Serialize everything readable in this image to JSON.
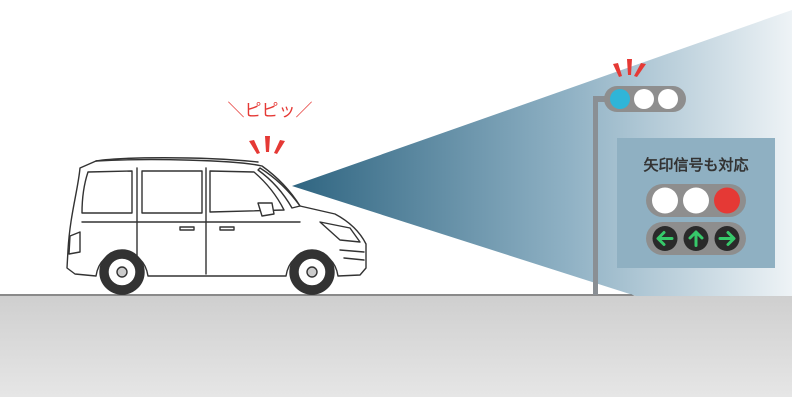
{
  "sound_text": "＼ピピッ／",
  "arrow_panel": {
    "title": "矢印信号も対応",
    "lamps": [
      "white",
      "white",
      "red"
    ],
    "arrows": [
      "left-arrow-icon",
      "up-arrow-icon",
      "right-arrow-icon"
    ]
  },
  "traffic_light": {
    "lamps": [
      "blue",
      "white",
      "white"
    ]
  },
  "colors": {
    "road": "#d4d4d4",
    "beam_dark": "#3e6f88",
    "beam_light": "#eaf1f5",
    "panel": "#8fb0c2",
    "signal_blue": "#2fb5d8",
    "signal_red": "#e53935",
    "alert_red": "#e53935",
    "arrow_green": "#36c96a",
    "pole": "#8a8f94"
  }
}
